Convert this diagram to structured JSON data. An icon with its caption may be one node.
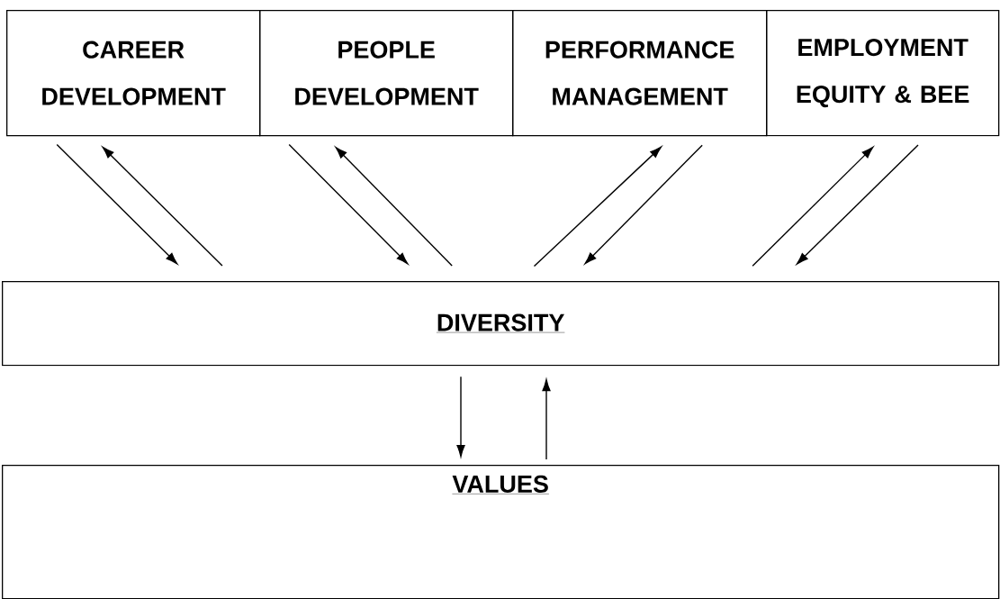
{
  "diagram": {
    "nodes": [
      {
        "text": [
          "CAREER DEVELOPMENT"
        ]
      },
      {
        "text": [
          "PEOPLE DEVELOPMENT"
        ]
      },
      {
        "text": [
          "PERFORMANCE MANAGEMENT"
        ]
      },
      {
        "text": [
          "EMPLOYMENT EQUITY & BEE"
        ]
      },
      {
        "text": [
          "DIVERSITY"
        ]
      },
      {
        "text": [
          "VALUES"
        ]
      }
    ],
    "edges": [
      {
        "from": 0,
        "to": 4,
        "arrow": "to"
      },
      {
        "from": 4,
        "to": 0,
        "arrow": "to"
      },
      {
        "from": 1,
        "to": 4,
        "arrow": "to"
      },
      {
        "from": 4,
        "to": 1,
        "arrow": "to"
      },
      {
        "from": 4,
        "to": 2,
        "arrow": "to"
      },
      {
        "from": 2,
        "to": 4,
        "arrow": "to"
      },
      {
        "from": 4,
        "to": 3,
        "arrow": "to"
      },
      {
        "from": 3,
        "to": 4,
        "arrow": "to"
      },
      {
        "from": 4,
        "to": 5,
        "arrow": "to"
      },
      {
        "from": 5,
        "to": 4,
        "arrow": "to"
      }
    ]
  }
}
